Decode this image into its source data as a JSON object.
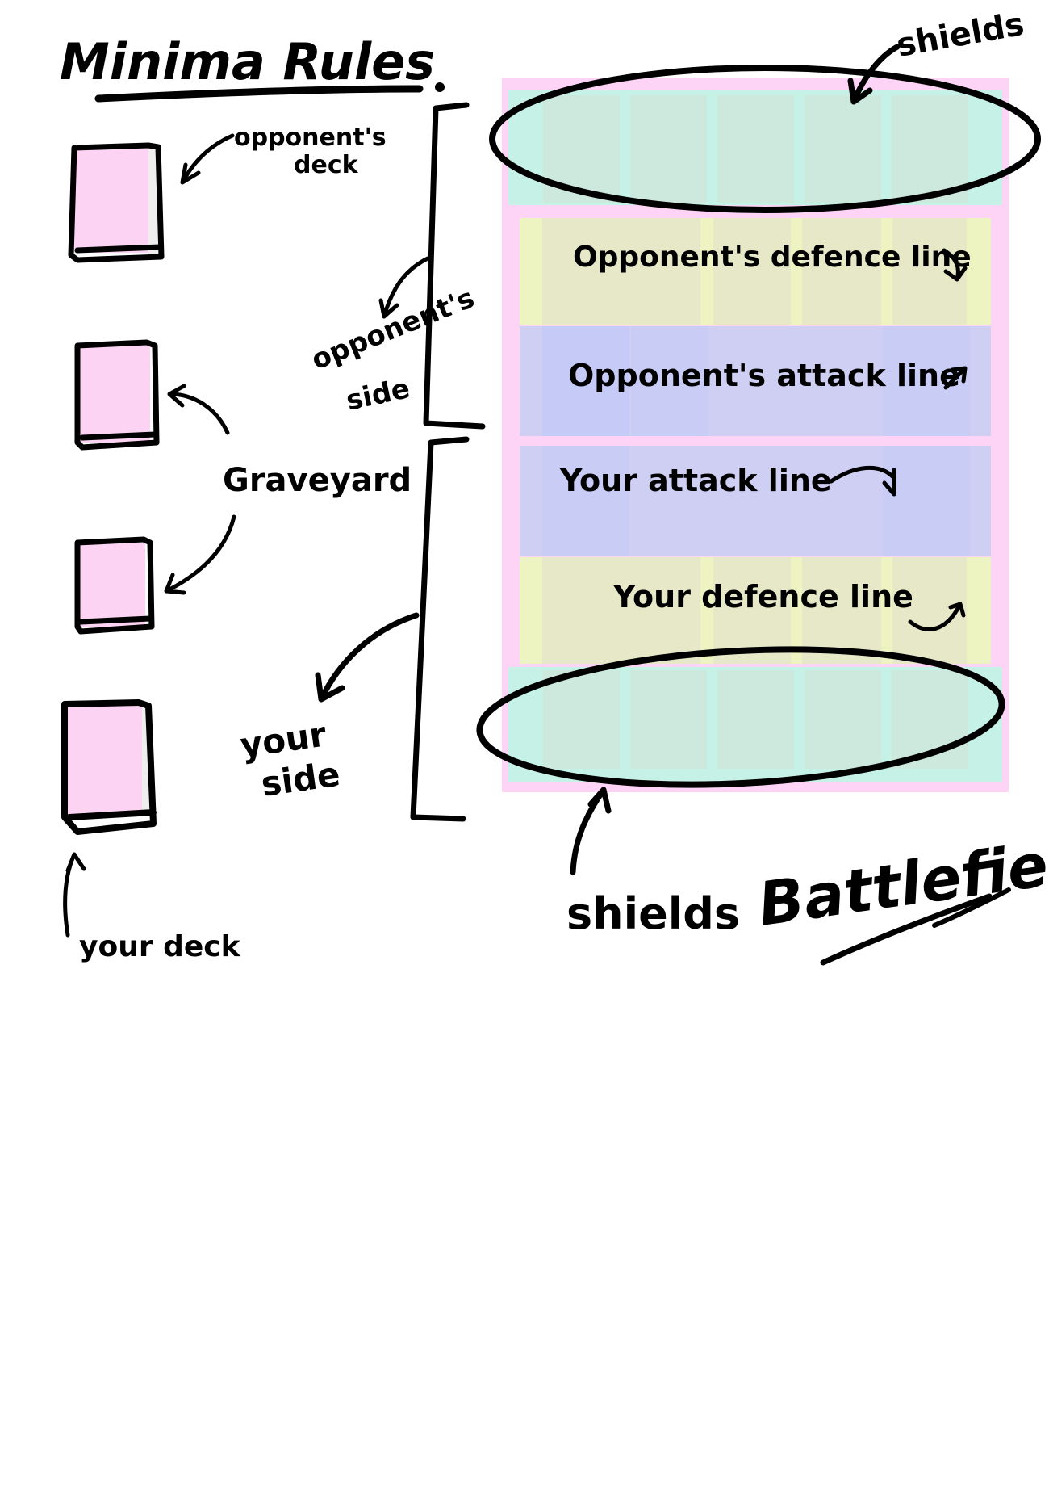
{
  "title": "Minima Rules",
  "colors": {
    "card": "#fcd3f2",
    "field_border": "#fdd3f6",
    "shield_zone": "#c6f1e6",
    "shield_slot": "#cde9de",
    "defence_line": "#e7e8c8",
    "defence_slot": "#eef3c2",
    "attack_line": "#cfcff3",
    "attack_slot": "#c4c9f6",
    "ink": "#000000"
  },
  "left_labels": {
    "opponents_deck": [
      "opponent's",
      "deck"
    ],
    "graveyard": "Graveyard",
    "your_deck": "your deck"
  },
  "sides": {
    "opponents_side": [
      "opponent's",
      "side"
    ],
    "your_side": [
      "your",
      "side"
    ]
  },
  "battlefield": {
    "label": "Battlefield",
    "shields_top_label": "shields",
    "shields_bottom_label": "shields",
    "lines": {
      "opponent_defence": "Opponent's defence line",
      "opponent_attack": "Opponent's attack line",
      "your_attack": "Your attack line",
      "your_defence": "Your defence line"
    },
    "icons": {
      "opponent_defence": "curved-arrow-down-right-icon",
      "opponent_attack": "arrow-up-right-icon",
      "your_attack": "curved-arrow-down-icon",
      "your_defence": "curved-arrow-up-right-icon"
    }
  }
}
